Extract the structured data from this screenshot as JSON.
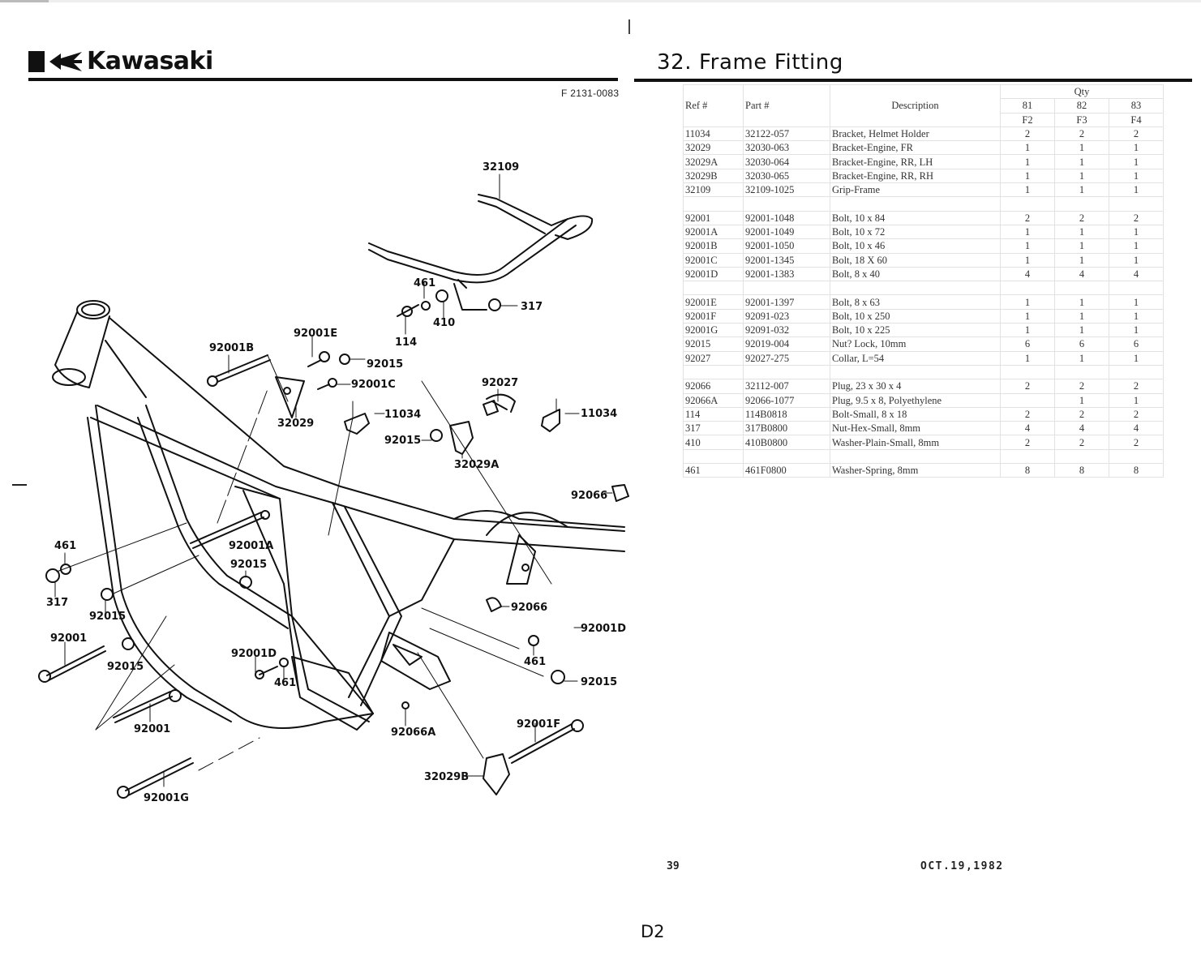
{
  "header": {
    "brand": "Kawasaki",
    "document_number": "F 2131-0083",
    "section_title": "32. Frame Fitting"
  },
  "table": {
    "headers": {
      "ref": "Ref #",
      "part": "Part #",
      "description": "Description",
      "qty": "Qty",
      "years": [
        "81",
        "82",
        "83"
      ],
      "models": [
        "F2",
        "F3",
        "F4"
      ]
    },
    "rows": [
      {
        "ref": "11034",
        "part": "32122-057",
        "description": "Bracket, Helmet Holder",
        "q81": "2",
        "q82": "2",
        "q83": "2"
      },
      {
        "ref": "32029",
        "part": "32030-063",
        "description": "Bracket-Engine, FR",
        "q81": "1",
        "q82": "1",
        "q83": "1"
      },
      {
        "ref": "32029A",
        "part": "32030-064",
        "description": "Bracket-Engine, RR, LH",
        "q81": "1",
        "q82": "1",
        "q83": "1"
      },
      {
        "ref": "32029B",
        "part": "32030-065",
        "description": "Bracket-Engine, RR, RH",
        "q81": "1",
        "q82": "1",
        "q83": "1"
      },
      {
        "ref": "32109",
        "part": "32109-1025",
        "description": "Grip-Frame",
        "q81": "1",
        "q82": "1",
        "q83": "1"
      },
      {
        "ref": "",
        "part": "",
        "description": "",
        "q81": "",
        "q82": "",
        "q83": ""
      },
      {
        "ref": "92001",
        "part": "92001-1048",
        "description": "Bolt, 10 x 84",
        "q81": "2",
        "q82": "2",
        "q83": "2"
      },
      {
        "ref": "92001A",
        "part": "92001-1049",
        "description": "Bolt, 10 x 72",
        "q81": "1",
        "q82": "1",
        "q83": "1"
      },
      {
        "ref": "92001B",
        "part": "92001-1050",
        "description": "Bolt, 10 x 46",
        "q81": "1",
        "q82": "1",
        "q83": "1"
      },
      {
        "ref": "92001C",
        "part": "92001-1345",
        "description": "Bolt, 18 X 60",
        "q81": "1",
        "q82": "1",
        "q83": "1"
      },
      {
        "ref": "92001D",
        "part": "92001-1383",
        "description": "Bolt, 8 x 40",
        "q81": "4",
        "q82": "4",
        "q83": "4"
      },
      {
        "ref": "",
        "part": "",
        "description": "",
        "q81": "",
        "q82": "",
        "q83": ""
      },
      {
        "ref": "92001E",
        "part": "92001-1397",
        "description": "Bolt, 8 x 63",
        "q81": "1",
        "q82": "1",
        "q83": "1"
      },
      {
        "ref": "92001F",
        "part": "92091-023",
        "description": "Bolt, 10 x 250",
        "q81": "1",
        "q82": "1",
        "q83": "1"
      },
      {
        "ref": "92001G",
        "part": "92091-032",
        "description": "Bolt, 10 x 225",
        "q81": "1",
        "q82": "1",
        "q83": "1"
      },
      {
        "ref": "92015",
        "part": "92019-004",
        "description": "Nut? Lock, 10mm",
        "q81": "6",
        "q82": "6",
        "q83": "6"
      },
      {
        "ref": "92027",
        "part": "92027-275",
        "description": "Collar, L=54",
        "q81": "1",
        "q82": "1",
        "q83": "1"
      },
      {
        "ref": "",
        "part": "",
        "description": "",
        "q81": "",
        "q82": "",
        "q83": ""
      },
      {
        "ref": "92066",
        "part": "32112-007",
        "description": "Plug, 23 x 30 x 4",
        "q81": "2",
        "q82": "2",
        "q83": "2"
      },
      {
        "ref": "92066A",
        "part": "92066-1077",
        "description": "Plug, 9.5 x 8, Polyethylene",
        "q81": "",
        "q82": "1",
        "q83": "1"
      },
      {
        "ref": "114",
        "part": "114B0818",
        "description": "Bolt-Small, 8 x 18",
        "q81": "2",
        "q82": "2",
        "q83": "2"
      },
      {
        "ref": "317",
        "part": "317B0800",
        "description": "Nut-Hex-Small, 8mm",
        "q81": "4",
        "q82": "4",
        "q83": "4"
      },
      {
        "ref": "410",
        "part": "410B0800",
        "description": "Washer-Plain-Small, 8mm",
        "q81": "2",
        "q82": "2",
        "q83": "2"
      },
      {
        "ref": "",
        "part": "",
        "description": "",
        "q81": "",
        "q82": "",
        "q83": ""
      },
      {
        "ref": "461",
        "part": "461F0800",
        "description": "Washer-Spring, 8mm",
        "q81": "8",
        "q82": "8",
        "q83": "8"
      }
    ]
  },
  "diagram": {
    "callouts": {
      "grip_frame": "32109",
      "washer_spring_top": "461",
      "washer_plain": "410",
      "bolt_small": "114",
      "nut_hex_top": "317",
      "bolt_b": "92001B",
      "bolt_e": "92001E",
      "nut_lock_top": "92015",
      "bolt_c": "92001C",
      "bracket_fr": "32029",
      "collar": "92027",
      "helmet_holder_left": "11034",
      "helmet_holder_right": "11034",
      "nut_lock_mid": "92015",
      "bracket_rr_lh": "32029A",
      "plug_rear": "92066",
      "washer_spring_left": "461",
      "nut_hex_left": "317",
      "bolt_a": "92001A",
      "nut_lock_left_upper": "92015",
      "nut_lock_left": "92015",
      "bolt_upper": "92001",
      "nut_lock_left_lower": "92015",
      "bolt_d_left": "92001D",
      "washer_spring_center": "461",
      "bolt_lower": "92001",
      "plug_center": "92066",
      "bolt_d_right": "92001D",
      "washer_spring_right": "461",
      "nut_lock_right": "92015",
      "plug_a": "92066A",
      "bolt_f": "92001F",
      "bracket_rr_rh": "32029B",
      "bolt_g": "92001G"
    }
  },
  "footer": {
    "page_number": "39",
    "date": "OCT.19,1982",
    "sheet_id": "D2"
  }
}
